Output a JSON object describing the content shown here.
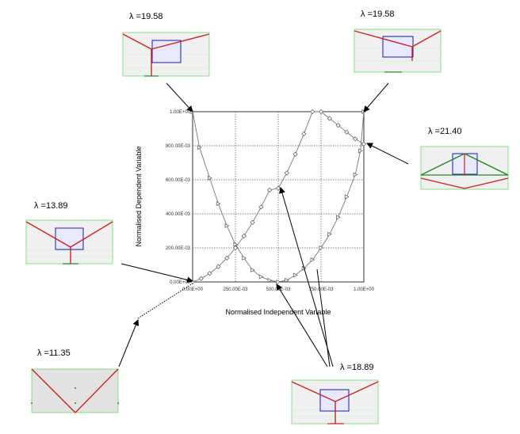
{
  "chart_data": {
    "type": "line",
    "xlabel": "Normalised Independent Variable",
    "ylabel": "Normalised Dependent Variable",
    "xlim": [
      0,
      1
    ],
    "ylim": [
      0,
      1
    ],
    "x_ticks": [
      "0.00E+00",
      "250.00E-03",
      "500.00E-03",
      "750.00E-03",
      "1.00E+00"
    ],
    "y_ticks": [
      "0.00E+00",
      "200.00E-03",
      "400.00E-03",
      "600.00E-03",
      "800.00E-03",
      "1.00E+00"
    ],
    "grid": true,
    "series": [
      {
        "marker": "triangle",
        "points": [
          [
            0,
            1.0
          ],
          [
            0.04,
            0.79
          ],
          [
            0.1,
            0.61
          ],
          [
            0.15,
            0.46
          ],
          [
            0.2,
            0.33
          ],
          [
            0.25,
            0.22
          ],
          [
            0.3,
            0.14
          ],
          [
            0.35,
            0.07
          ],
          [
            0.4,
            0.03
          ],
          [
            0.45,
            0.01
          ],
          [
            0.5,
            0.0
          ],
          [
            0.55,
            0.01
          ],
          [
            0.6,
            0.04
          ],
          [
            0.65,
            0.08
          ],
          [
            0.7,
            0.13
          ],
          [
            0.75,
            0.2
          ],
          [
            0.8,
            0.28
          ],
          [
            0.85,
            0.38
          ],
          [
            0.9,
            0.5
          ],
          [
            0.95,
            0.63
          ],
          [
            0.98,
            0.77
          ],
          [
            1.0,
            1.0
          ]
        ]
      },
      {
        "marker": "diamond",
        "points": [
          [
            0,
            0.0
          ],
          [
            0.05,
            0.02
          ],
          [
            0.1,
            0.05
          ],
          [
            0.15,
            0.09
          ],
          [
            0.2,
            0.14
          ],
          [
            0.25,
            0.2
          ],
          [
            0.3,
            0.27
          ],
          [
            0.35,
            0.35
          ],
          [
            0.4,
            0.44
          ],
          [
            0.45,
            0.54
          ],
          [
            0.5,
            0.55
          ],
          [
            0.55,
            0.64
          ],
          [
            0.6,
            0.75
          ],
          [
            0.65,
            0.87
          ],
          [
            0.7,
            1.0
          ],
          [
            0.75,
            1.0
          ],
          [
            0.8,
            0.96
          ],
          [
            0.85,
            0.92
          ],
          [
            0.9,
            0.88
          ],
          [
            0.95,
            0.84
          ],
          [
            1.0,
            0.81
          ]
        ]
      }
    ]
  },
  "annotations": [
    {
      "label": "λ =19.58",
      "variant": "v-top-left"
    },
    {
      "label": "λ =19.58",
      "variant": "v-top-right"
    },
    {
      "label": "λ =21.40",
      "variant": "green-triangle"
    },
    {
      "label": "λ =13.89",
      "variant": "v-wide"
    },
    {
      "label": "λ =11.35",
      "variant": "v-open"
    },
    {
      "label": "λ =18.89",
      "variant": "v-bottom"
    }
  ],
  "colors": {
    "frame_stroke": "#88dd88",
    "frame_fill": "#f0f0f0",
    "member": "#cc2222",
    "box": "#1a1aa8",
    "box_grid": "#aabbee",
    "green_member": "#228822",
    "series_line": "#777777"
  }
}
